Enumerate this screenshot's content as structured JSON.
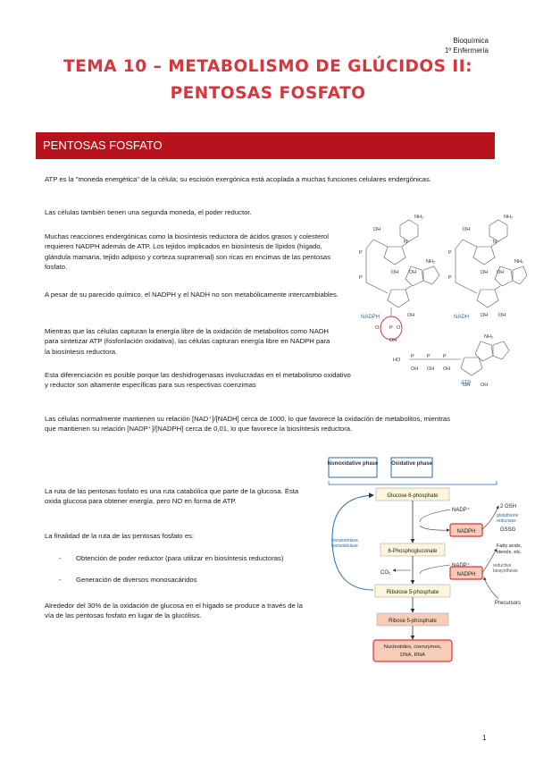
{
  "header": {
    "subject": "Bioquímica",
    "course": "1º Enfermería"
  },
  "title": "TEMA 10 – METABOLISMO DE GLÚCIDOS II: PENTOSAS FOSFATO",
  "section": "PENTOSAS FOSFATO",
  "paragraphs": {
    "p1": "ATP es la \"moneda energética\" de la célula; su escisión exergónica está acoplada a muchas funciones celulares endergónicas.",
    "p2": "Las células también tienen una segunda moneda, el poder reductor.",
    "p3": "Muchas reacciones endergónicas como la biosíntesis reductora de ácidos grasos y colesterol requieren NADPH además de ATP. Los tejidos implicados en biosíntesis de lípidos (hígado, glándula mamaria, tejido adiposo y corteza suprarrenal) son ricas en encimas de las pentosas fosfato.",
    "p4": "A pesar de su parecido químico, el NADPH y el NADH no son metabólicamente intercambiables.",
    "p5": "Mientras que las células capturan la energía libre de la oxidación de metabolitos como NADH para sintetizar ATP (fosforilación oxidativa), las células capturan energía libre en NADPH para la biosíntesis reductora.",
    "p6": "Esta diferenciación es posible porque las deshidrogenasas involucradas en el metabolismo oxidativo y reductor son altamente específicas para sus respectivas coenzimas",
    "p7": "Las células normalmente mantienen su relación [NAD⁺]/[NADH] cerca de 1000, lo que favorece la oxidación de metabolitos, mientras que mantienen su relación [NADP⁺]/[NADPH] cerca de 0,01, lo que favorece la biosíntesis reductora.",
    "p8": "La ruta de las pentosas fosfato es una ruta catabólica que parte de la glucosa. Ésta oxida glucosa para obtener energía, pero NO en forma de ATP.",
    "p9": "La finalidad de la ruta de las pentosas fosfato es:",
    "p10": "Alrededor del 30% de la oxidación de glucosa en el hígado se produce a través de la vía de las pentosas fosfato en lugar de la glucólisis."
  },
  "list": [
    {
      "dash": "-",
      "text": "Obtención de poder reductor (para utilizar en biosíntesis reductoras)"
    },
    {
      "dash": "-",
      "text": "Generación de diversos monosacáridos"
    }
  ],
  "molecules": {
    "nadph": "NADPH",
    "nadh": "NADH",
    "atp": "ATP",
    "oh": "OH",
    "o": "O",
    "p": "P",
    "nh2": "NH₂",
    "n": "N",
    "ho": "HO",
    "o_minus": "O⁻"
  },
  "pathway": {
    "nonox_phase": "Nonoxidative phase",
    "ox_phase": "Oxidative phase",
    "g6p": "Glucose 6-phosphate",
    "pg6": "6-Phosphogluconate",
    "ru5p": "Ribulose 5-phosphate",
    "r5p": "Ribose 5-phosphate",
    "nucleotides": "Nucleotides, coenzymes, DNA, RNA",
    "nadp_plus": "NADP⁺",
    "nadph": "NADPH",
    "co2": "CO₂",
    "gsh": "2 GSH",
    "gr": "glutathione reductase",
    "gssg": "GSSG",
    "fatty": "Fatty acids, sterols, etc.",
    "reductive": "reductive biosynthesis",
    "precursors": "Precursors",
    "enzymes": "transketolase, transaldolase"
  },
  "colors": {
    "title": "#d9353d",
    "band": "#b8121c",
    "accent_blue": "#2a6fb0",
    "nadph_red": "#e0313a"
  },
  "page_number": "1"
}
